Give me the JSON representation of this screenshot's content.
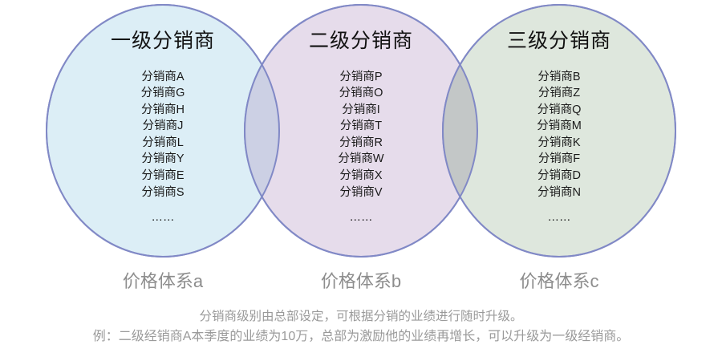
{
  "diagram": {
    "type": "venn-3-circle",
    "groups": [
      {
        "id": "tier-1",
        "heading": "一级分销商",
        "members": [
          "分销商A",
          "分销商G",
          "分销商H",
          "分销商J",
          "分销商L",
          "分销商Y",
          "分销商E",
          "分销商S"
        ],
        "ellipsis": "……",
        "price_label": "价格体系a",
        "fill": "#dceef6",
        "stroke": "#8189c6"
      },
      {
        "id": "tier-2",
        "heading": "二级分销商",
        "members": [
          "分销商P",
          "分销商O",
          "分销商I",
          "分销商T",
          "分销商R",
          "分销商W",
          "分销商X",
          "分销商V"
        ],
        "ellipsis": "……",
        "price_label": "价格体系b",
        "fill": "#e6dceb",
        "stroke": "#8189c6"
      },
      {
        "id": "tier-3",
        "heading": "三级分销商",
        "members": [
          "分销商B",
          "分销商Z",
          "分销商Q",
          "分销商M",
          "分销商K",
          "分销商F",
          "分销商D",
          "分销商N"
        ],
        "ellipsis": "……",
        "price_label": "价格体系c",
        "fill": "#dee7dd",
        "stroke": "#8189c6"
      }
    ],
    "overlaps": [
      {
        "id": "overlap-1-2",
        "fill": "#ccd0e4"
      },
      {
        "id": "overlap-2-3",
        "fill": "#c3c7c7"
      }
    ]
  },
  "captions": {
    "line1": "分销商级别由总部设定，可根据分销的业绩进行随时升级。",
    "line2": "例：二级经销商A本季度的业绩为10万，总部为激励他的业绩再增长，可以升级为一级经销商。",
    "color": "#9a9a9a"
  },
  "colors": {
    "background": "#ffffff",
    "heading_text": "#111111",
    "member_text": "#1a1a1a",
    "price_label_text": "#8d8d8d"
  }
}
